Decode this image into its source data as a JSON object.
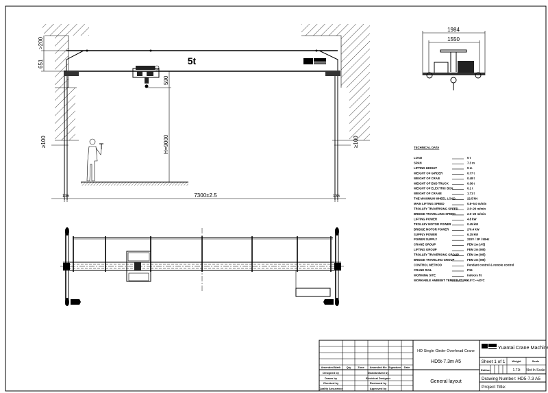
{
  "elevation": {
    "capacity_label": "5t",
    "dim_clearance_top": ">200",
    "dim_girder_height": "651",
    "dim_hook_offset": "590",
    "dim_lifting_height": "H=9000",
    "dim_wall_left": "≥100",
    "dim_wall_right": "≥100",
    "dim_span": "7300±2.5",
    "dim_rail_left": "135",
    "dim_rail_right": "135"
  },
  "side_view": {
    "dim_overall": "1984",
    "dim_wheelbase": "1550"
  },
  "technical_data": {
    "heading": "TECHNICAL DATA",
    "rows": [
      {
        "label": "LOAD",
        "value": "5 t"
      },
      {
        "label": "SPAN",
        "value": "7.3 m"
      },
      {
        "label": "LIFTING HEIGHT",
        "value": "9 m"
      },
      {
        "label": "WEIGHT OF GIRDER",
        "value": "0.77 t"
      },
      {
        "label": "WEIGHT OF CRAB",
        "value": "0.48 t"
      },
      {
        "label": "WEIGHT OF END TRUCK",
        "value": "0.36 t"
      },
      {
        "label": "WEIGHT OF ELECTRIC BOX",
        "value": "0.1 t"
      },
      {
        "label": "WEIGHT OF CRANE",
        "value": "1.71 t"
      },
      {
        "label": "THE MAXIMUM WHEEL LOAD",
        "value": "22.5 kN"
      },
      {
        "label": "MAIN LIFTING SPEED",
        "value": "0.8~5.0 m/min"
      },
      {
        "label": "TROLLEY TRAVERSING SPEED",
        "value": "2.0~20 m/min"
      },
      {
        "label": "BRIDGE TRAVELLING SPEED",
        "value": "2.0~20 m/min"
      },
      {
        "label": "LIFTING POWER",
        "value": "4.8 kW"
      },
      {
        "label": "TROLLEY MOTOR POWER",
        "value": "0.45 kW"
      },
      {
        "label": "BRIDGE MOTOR POWER",
        "value": "2*0.4 kW"
      },
      {
        "label": "SUPPLY POWER",
        "value": "6.15 kW"
      },
      {
        "label": "POWER SUPPLY",
        "value": "220V / 3P / 50Hz"
      },
      {
        "label": "CRANE GROUP",
        "value": "FEM 2m (A5)"
      },
      {
        "label": "LIFTING GROUP",
        "value": "FEM 2m (M5)"
      },
      {
        "label": "TROLLEY TRAVERSING GROUP",
        "value": "FEM 2m (M5)"
      },
      {
        "label": "BRIDGE TRAVELING GROUP",
        "value": "FEM 2m (M5)"
      },
      {
        "label": "CONTROL METHOD",
        "value": "Pendant control & remote control"
      },
      {
        "label": "CRANE RAIL",
        "value": "P15"
      },
      {
        "label": "WORKING SITE",
        "value": "Indoors fit"
      },
      {
        "label": "WORKABLE AMBIENT TEMPERATURE",
        "value": "-10°C~+40°C"
      }
    ]
  },
  "title_block": {
    "revision_headers": [
      "Amended Mark",
      "Qty",
      "Zone",
      "Amended file",
      "Signature",
      "Date"
    ],
    "sign_left": [
      "Designed by",
      "Drawn by",
      "Checked by",
      "Quality Assurance"
    ],
    "sign_right": [
      "Standardized by",
      "Electrical Designer",
      "Reviewed by",
      "Approved by"
    ],
    "product_name": "HD Single Girder Overhead Crane",
    "model": "HD5t-7.3m A5",
    "drawing_title": "General layout",
    "company": "Yuantai Crane Machinery",
    "logo_text": "YUANTAI",
    "sheet": "Sheet 1 of 1",
    "weight_label": "Weight",
    "scale_label": "Scale",
    "edition_label": "Edition",
    "weight_value": "1.71t",
    "scale_value": "Not In Scale",
    "drawing_number": "Drawing Number: HD5-7.3 A5",
    "project_title": "Project Title:"
  }
}
